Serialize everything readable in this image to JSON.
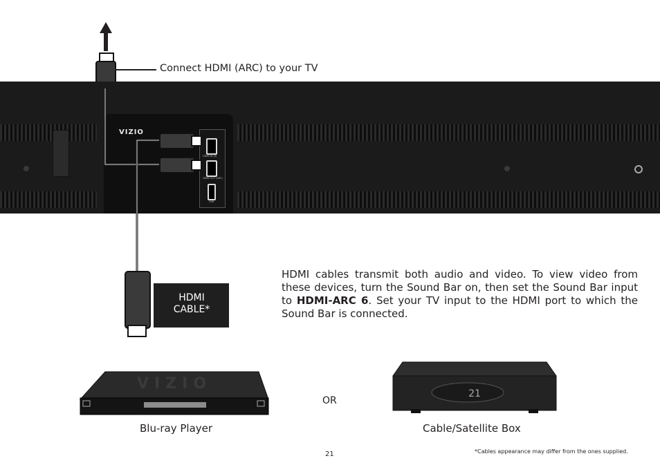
{
  "connect_label": "Connect  HDMI (ARC) to your TV",
  "vizio_logo": "VIZIO",
  "ports": {
    "hdmi_in": "HDMI IN (6)",
    "hdmi_out": "HDMI OUT (ARC)",
    "usb": "USB"
  },
  "hdmi_cable": {
    "line1": "HDMI",
    "line2": "CABLE*"
  },
  "description": {
    "part1": "HDMI cables transmit both audio and video. To view video from these devices, turn the Sound Bar on, then set the Sound Bar input to ",
    "bold": "HDMI-ARC 6",
    "part2": ". Set your TV input to the HDMI port to which the Sound Bar is connected."
  },
  "devices": {
    "bluray_label": "Blu-ray Player",
    "or_label": "OR",
    "cable_label": "Cable/Satellite Box",
    "bluray_brand": "VIZIO",
    "cable_display": "21"
  },
  "page_number": "21",
  "footnote": "*Cables appearance may differ from the ones supplied.",
  "colors": {
    "soundbar": "#1b1b1b",
    "label_box": "#1f1f1f",
    "cable": "#cccccc"
  }
}
